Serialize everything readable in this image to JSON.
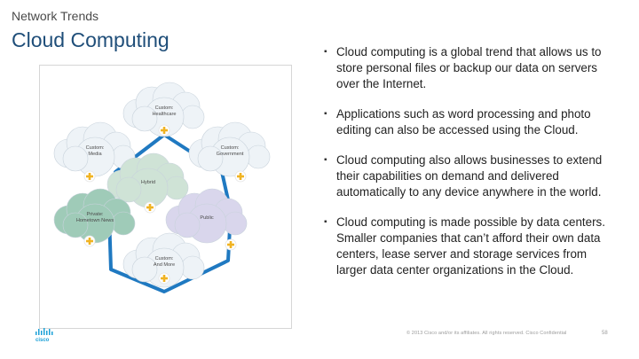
{
  "header": {
    "section": "Network Trends",
    "title": "Cloud Computing"
  },
  "figure": {
    "clouds": [
      {
        "label1": "Custom:",
        "label2": "Healthcare"
      },
      {
        "label1": "Custom:",
        "label2": "Media"
      },
      {
        "label1": "Custom:",
        "label2": "Government"
      },
      {
        "label1": "Hybrid",
        "label2": ""
      },
      {
        "label1": "Private:",
        "label2": "Hometown News"
      },
      {
        "label1": "Public",
        "label2": ""
      },
      {
        "label1": "Custom:",
        "label2": "And More"
      }
    ],
    "colors": {
      "white_cloud": "#eef3f7",
      "hybrid_cloud": "#cfe3d6",
      "private_cloud": "#9fcbb8",
      "public_cloud": "#d9d6ec",
      "ring": "#1f79c1",
      "plus": "#f0b323"
    }
  },
  "bullets": [
    "Cloud computing is a global trend that allows us to store personal files or backup our data on servers over the Internet.",
    "Applications such as word processing and photo editing can also be accessed using the Cloud.",
    "Cloud computing also allows businesses to extend their capabilities on demand and delivered automatically to any device anywhere in the world.",
    "Cloud computing is made possible by data centers.  Smaller companies that can’t afford their own data centers, lease server and storage services from larger data center organizations in the Cloud."
  ],
  "footer": {
    "copyright": "© 2013  Cisco and/or its affiliates. All rights reserved.     Cisco Confidential",
    "page": "58"
  },
  "logo": {
    "text": "cisco",
    "color": "#1ba0d7"
  }
}
